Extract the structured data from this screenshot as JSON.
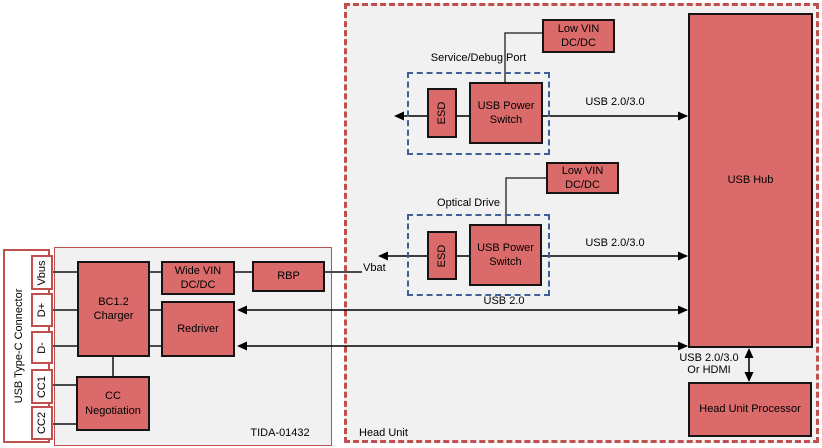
{
  "connector": {
    "label": "USB Type-C Connector",
    "pins": [
      {
        "label": "Vbus"
      },
      {
        "label": "D+"
      },
      {
        "label": "D-"
      },
      {
        "label": "CC1"
      },
      {
        "label": "CC2"
      }
    ]
  },
  "tida_board": {
    "title": "TIDA-01432",
    "blocks": {
      "bc12_charger": "BC1.2\nCharger",
      "wide_vin_dcdc": "Wide VIN\nDC/DC",
      "rbp": "RBP",
      "redriver": "Redriver",
      "cc_negotiation": "CC\nNegotiation"
    }
  },
  "head_unit": {
    "title": "Head Unit",
    "service_debug_port": {
      "title": "Service/Debug Port",
      "esd": "ESD",
      "usb_power_switch": "USB Power\nSwitch",
      "low_vin_dcdc": "Low VIN\nDC/DC"
    },
    "optical_drive": {
      "title": "Optical Drive",
      "esd": "ESD",
      "usb_power_switch": "USB Power\nSwitch",
      "low_vin_dcdc": "Low VIN\nDC/DC"
    },
    "usb_hub": "USB Hub",
    "head_unit_processor": "Head Unit Processor"
  },
  "net_labels": {
    "vbat": "Vbat",
    "service_bus": "USB 2.0/3.0",
    "optical_bus": "USB 2.0/3.0",
    "redriver_bus": "USB 2.0",
    "hub_processor_bus": "USB 2.0/3.0\nOr HDMI"
  },
  "colors": {
    "block_fill": "#DB6B6B",
    "block_border": "#141414",
    "board_fill": "#F1F1F1",
    "red_border": "#C0504D",
    "blue_dashed": "#3E6096",
    "wire_dark": "#000000",
    "wire_gray": "#4A4A4A"
  }
}
